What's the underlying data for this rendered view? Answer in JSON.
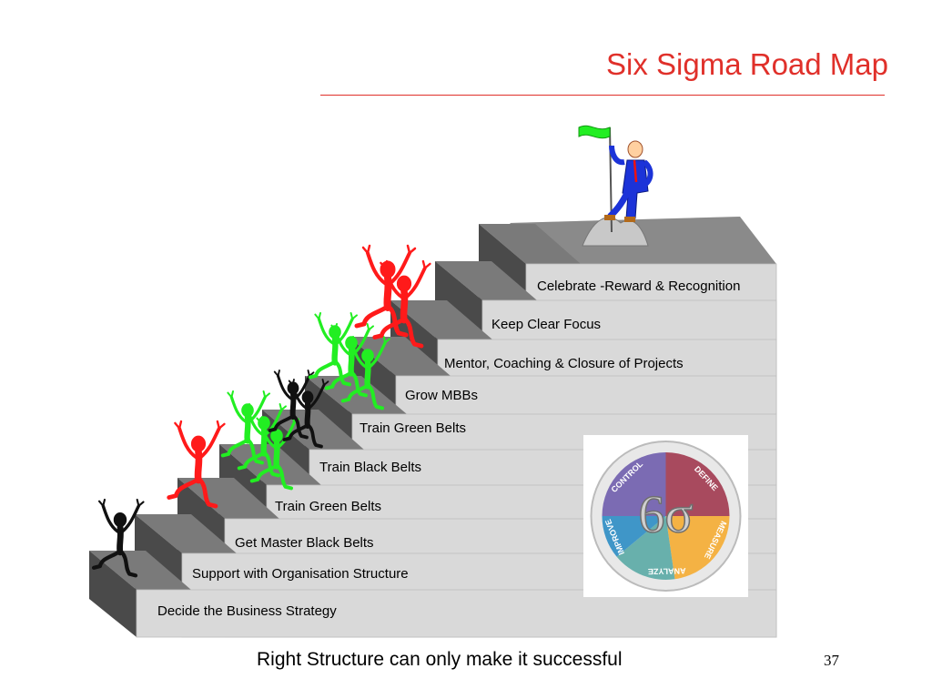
{
  "title": "Six Sigma Road Map",
  "steps": [
    {
      "label": "Decide the Business Strategy"
    },
    {
      "label": "Support with Organisation Structure"
    },
    {
      "label": "Get Master Black Belts"
    },
    {
      "label": "Train Green Belts"
    },
    {
      "label": "Train Black Belts"
    },
    {
      "label": "Train Green Belts"
    },
    {
      "label": "Grow MBBs"
    },
    {
      "label": "Mentor, Coaching & Closure of Projects"
    },
    {
      "label": "Keep Clear Focus"
    },
    {
      "label": "Celebrate -Reward & Recognition"
    }
  ],
  "caption": "Right Structure can only make it successful",
  "page_number": "37",
  "badge": {
    "center_text": "6σ",
    "segments": [
      "CONTROL",
      "DEFINE",
      "MEASURE",
      "ANALYZE",
      "IMPROVE"
    ]
  },
  "colors": {
    "title": "#e0302a",
    "riser": "#d9d9d9",
    "tread": "#7a7a7a",
    "side": "#4a4a4a",
    "wall": "#e2e2e2",
    "figure_red": "#ff1a1a",
    "figure_green": "#22ee22",
    "figure_black": "#111111",
    "badge_define": "#a84a5e",
    "badge_measure": "#f4b244",
    "badge_analyze": "#68b0ac",
    "badge_improve": "#3f96c8",
    "badge_control": "#7b6bb3"
  }
}
